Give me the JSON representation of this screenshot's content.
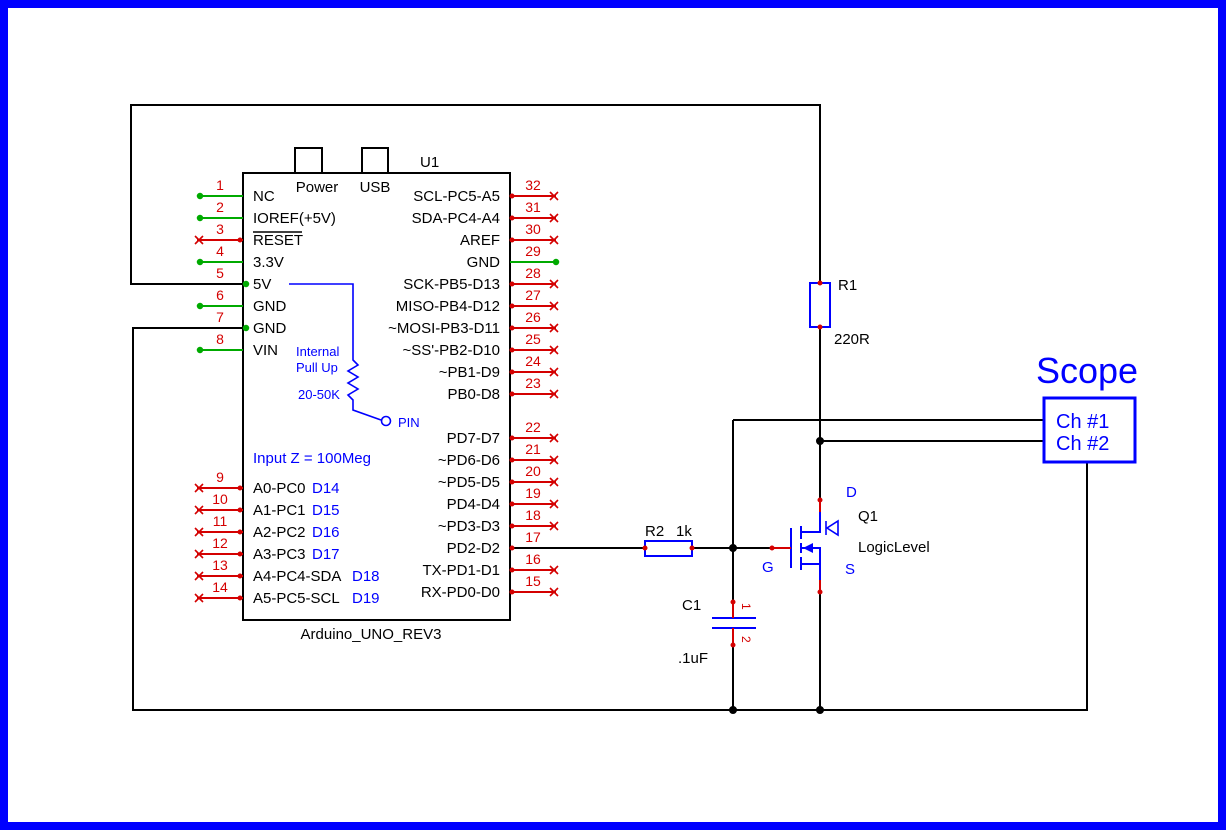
{
  "ic": {
    "designator": "U1",
    "name": "Arduino_UNO_REV3",
    "power_label": "Power",
    "usb_label": "USB",
    "pullup_line1": "Internal",
    "pullup_line2": "Pull Up",
    "pullup_value": "20-50K",
    "pullup_pin": "PIN",
    "input_impedance": "Input Z = 100Meg",
    "left_pins": [
      {
        "number": "1",
        "label": "NC"
      },
      {
        "number": "2",
        "label": "IOREF(+5V)"
      },
      {
        "number": "3",
        "label": "RESET"
      },
      {
        "number": "4",
        "label": "3.3V"
      },
      {
        "number": "5",
        "label": "5V"
      },
      {
        "number": "6",
        "label": "GND"
      },
      {
        "number": "7",
        "label": "GND"
      },
      {
        "number": "8",
        "label": "VIN"
      },
      {
        "number": "9",
        "label": "A0-PC0",
        "alt": "D14"
      },
      {
        "number": "10",
        "label": "A1-PC1",
        "alt": "D15"
      },
      {
        "number": "11",
        "label": "A2-PC2",
        "alt": "D16"
      },
      {
        "number": "12",
        "label": "A3-PC3",
        "alt": "D17"
      },
      {
        "number": "13",
        "label": "A4-PC4-SDA",
        "alt": "D18"
      },
      {
        "number": "14",
        "label": "A5-PC5-SCL",
        "alt": "D19"
      }
    ],
    "right_pins": [
      {
        "number": "32",
        "label": "SCL-PC5-A5"
      },
      {
        "number": "31",
        "label": "SDA-PC4-A4"
      },
      {
        "number": "30",
        "label": "AREF"
      },
      {
        "number": "29",
        "label": "GND"
      },
      {
        "number": "28",
        "label": "SCK-PB5-D13"
      },
      {
        "number": "27",
        "label": "MISO-PB4-D12"
      },
      {
        "number": "26",
        "label": "~MOSI-PB3-D11"
      },
      {
        "number": "25",
        "label": "~SS'-PB2-D10"
      },
      {
        "number": "24",
        "label": "~PB1-D9"
      },
      {
        "number": "23",
        "label": "PB0-D8"
      },
      {
        "number": "22",
        "label": "PD7-D7"
      },
      {
        "number": "21",
        "label": "~PD6-D6"
      },
      {
        "number": "20",
        "label": "~PD5-D5"
      },
      {
        "number": "19",
        "label": "PD4-D4"
      },
      {
        "number": "18",
        "label": "~PD3-D3"
      },
      {
        "number": "17",
        "label": "PD2-D2"
      },
      {
        "number": "16",
        "label": "TX-PD1-D1"
      },
      {
        "number": "15",
        "label": "RX-PD0-D0"
      }
    ]
  },
  "components": {
    "r1_name": "R1",
    "r1_value": "220R",
    "r2_name": "R2",
    "r2_value": "1k",
    "c1_name": "C1",
    "c1_value": ".1uF",
    "c1_pin1": "1",
    "c1_pin2": "2",
    "q1_name": "Q1",
    "q1_type": "LogicLevel",
    "q1_d": "D",
    "q1_g": "G",
    "q1_s": "S"
  },
  "scope": {
    "title": "Scope",
    "ch1": "Ch #1",
    "ch2": "Ch #2"
  },
  "colors": {
    "frame": "#0000ff",
    "accent": "#0000ff",
    "wire": "#000000",
    "pin_red": "#d40000",
    "nc_green": "#00aa00"
  }
}
